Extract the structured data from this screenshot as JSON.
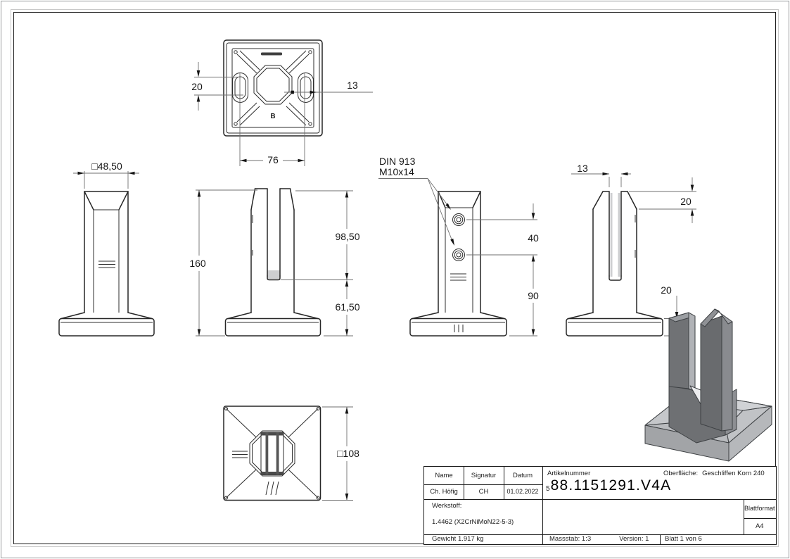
{
  "drawing": {
    "views": {
      "top": {
        "slot_height": "20",
        "glass_gap": "13",
        "hole_spacing": "76",
        "logo_mark": "B"
      },
      "left": {
        "post_width": "□48,50"
      },
      "front": {
        "total_height": "160",
        "slot_depth": "98,50",
        "lower_height": "61,50"
      },
      "back": {
        "screw_note_line1": "DIN 913",
        "screw_note_line2": "M10x14",
        "screw_spacing": "40",
        "lower_screw_height": "90"
      },
      "right": {
        "slot_width": "13",
        "chamfer_height": "20",
        "base_height": "20"
      },
      "bottom": {
        "base_width": "□108"
      }
    }
  },
  "title_block": {
    "headers": {
      "name": "Name",
      "signatur": "Signatur",
      "datum": "Datum"
    },
    "row": {
      "name": "Ch. Höfig",
      "signatur": "CH",
      "datum": "01.02.2022"
    },
    "artikelnummer_label": "Artikelnummer",
    "artikelnummer_prefix": "5",
    "artikelnummer": "88.1151291.V4A",
    "oberflaeche_label": "Oberfläche:",
    "oberflaeche_value": "Geschliffen Korn 240",
    "werkstoff_label": "Werkstoff:",
    "werkstoff_value": "1.4462 (X2CrNiMoN22-5-3)",
    "gewicht": "Gewicht 1.917 kg",
    "massstab": "Massstab: 1:3",
    "version": "Version: 1",
    "blatt": "Blatt 1 von 6",
    "blattformat_label": "Blattformat",
    "blattformat_value": "A4"
  }
}
